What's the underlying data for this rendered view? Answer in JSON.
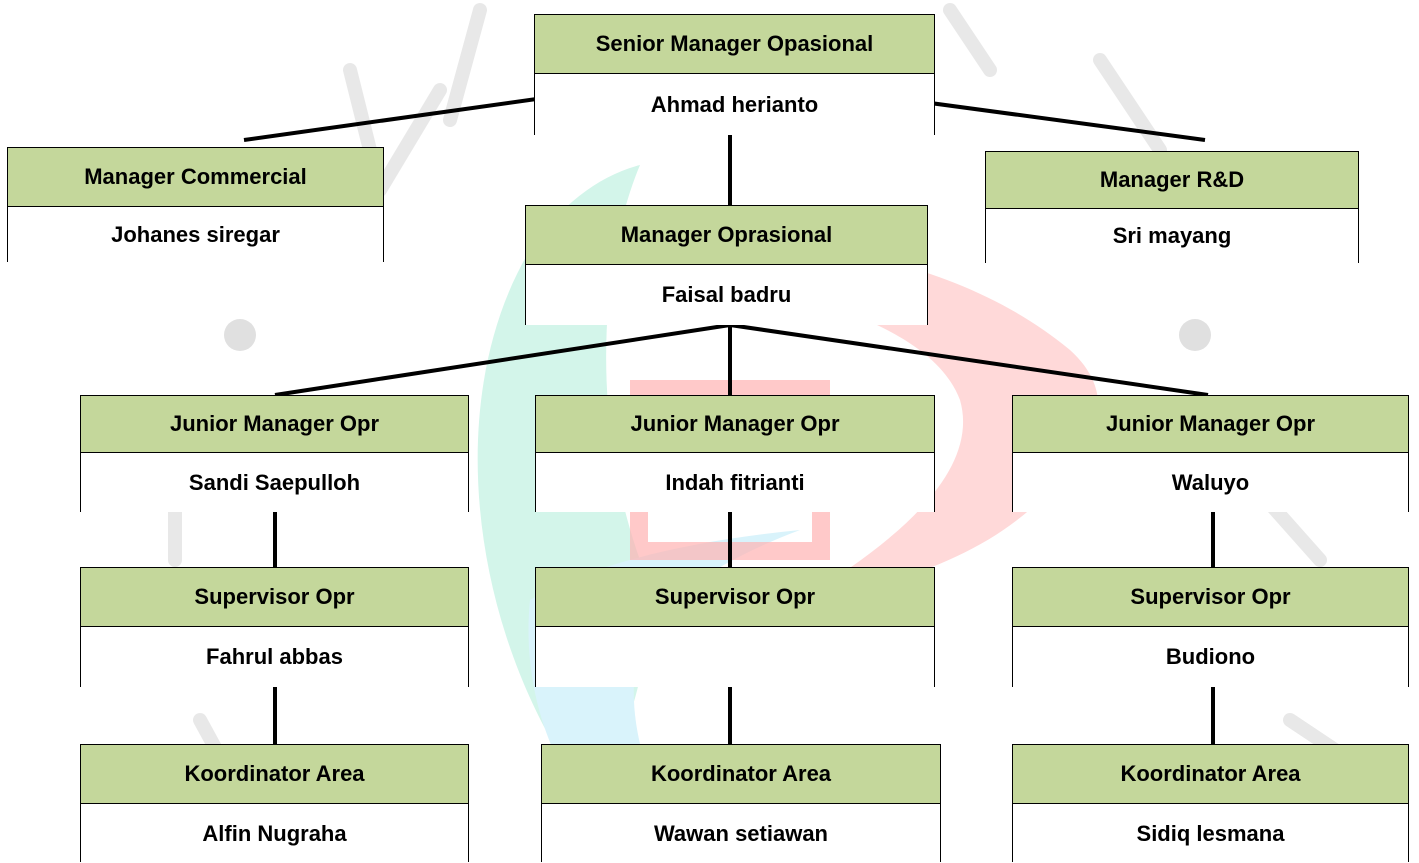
{
  "org_chart": {
    "senior_manager": {
      "title": "Senior Manager Opasional",
      "name": "Ahmad herianto"
    },
    "manager_commercial": {
      "title": "Manager Commercial",
      "name": "Johanes siregar"
    },
    "manager_operational": {
      "title": "Manager Oprasional",
      "name": "Faisal badru"
    },
    "manager_rnd": {
      "title": "Manager R&D",
      "name": "Sri mayang"
    },
    "columns": [
      {
        "junior": {
          "title": "Junior Manager Opr",
          "name": "Sandi Saepulloh"
        },
        "supervisor": {
          "title": "Supervisor Opr",
          "name": "Fahrul abbas"
        },
        "coordinator": {
          "title": "Koordinator Area",
          "name": "Alfin Nugraha"
        }
      },
      {
        "junior": {
          "title": "Junior Manager Opr",
          "name": "Indah fitrianti"
        },
        "supervisor": {
          "title": "Supervisor Opr",
          "name": ""
        },
        "coordinator": {
          "title": "Koordinator Area",
          "name": "Wawan setiawan"
        }
      },
      {
        "junior": {
          "title": "Junior Manager Opr",
          "name": "Waluyo"
        },
        "supervisor": {
          "title": "Supervisor Opr",
          "name": "Budiono"
        },
        "coordinator": {
          "title": "Koordinator Area",
          "name": "Sidiq lesmana"
        }
      }
    ]
  },
  "colors": {
    "title_fill": "#c4d79b",
    "name_fill": "#ffffff",
    "line": "#000000",
    "watermark_teal": "#d3f5ea",
    "watermark_red": "#ffd9d9",
    "watermark_blue": "#d9f3fb",
    "watermark_gray": "#e8e8e8"
  }
}
